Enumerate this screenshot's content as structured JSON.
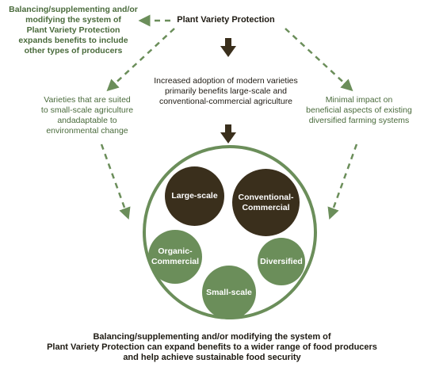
{
  "title": "Plant Variety Protection",
  "top_left_note": [
    "Balancing/supplementing and/or",
    "modifying the system of",
    "Plant Variety Protection",
    "expands benefits to include",
    "other types of producers"
  ],
  "center_note": [
    "Increased adoption of modern varieties",
    "primarily benefits large-scale and",
    "conventional-commercial agriculture"
  ],
  "left_note": [
    "Varieties that are suited",
    "to small-scale agriculture",
    "andadaptable to",
    "environmental change"
  ],
  "right_note": [
    "Minimal impact on",
    "beneficial aspects of existing",
    "diversified farming systems"
  ],
  "circles": {
    "large_scale": [
      "Large-scale"
    ],
    "conventional_commercial": [
      "Conventional-",
      "Commercial"
    ],
    "organic_commercial": [
      "Organic-",
      "Commercial"
    ],
    "diversified": [
      "Diversified"
    ],
    "small_scale": [
      "Small-scale"
    ]
  },
  "bottom_note": [
    "Balancing/supplementing and/or modifying the system of",
    "Plant Variety Protection can expand benefits to a wider range of food producers",
    "and help achieve sustainable food security"
  ],
  "colors": {
    "dark_brown": "#3a2f1c",
    "green": "#6b8e5a",
    "text_green": "#4a6b3c",
    "arrow_dark": "#3a2f1c"
  }
}
